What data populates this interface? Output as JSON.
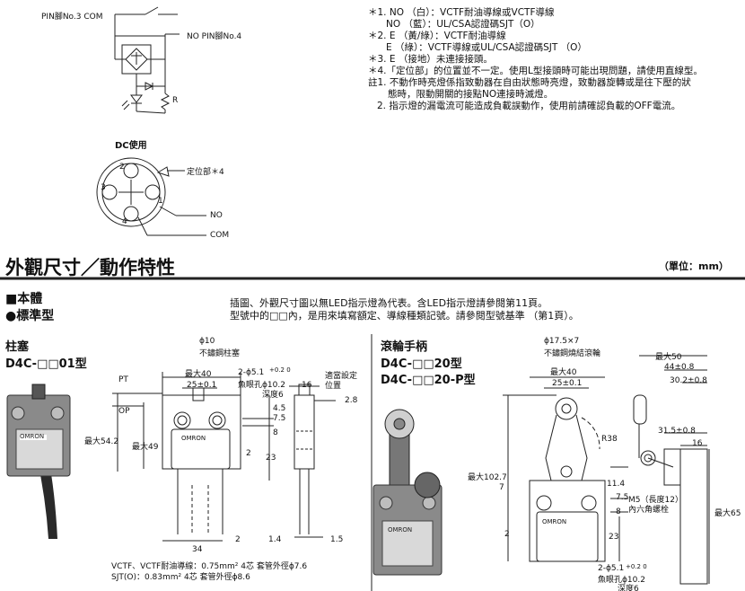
{
  "circuit": {
    "pin3_label": "PIN腳No.3 COM",
    "pin4_label": "NO PIN腳No.4",
    "resistor_label": "R"
  },
  "notes": [
    "＊1. NO （白）：VCTF耐油導線或VCTF導線",
    "NO （藍）：UL/CSA認證碼SJT（O）",
    "＊2. E （黃/綠）：VCTF耐油導線",
    "E （綠）：VCTF導線或UL/CSA認證碼SJT （O）",
    "＊3. E （接地）未連接接頭。",
    "＊4.「定位部」的位置並不一定。使用L型接頭時可能出現問題，請使用直線型。",
    "註1. 不動作時亮燈係指致動器在自由狀態時亮燈，致動器旋轉或是往下壓的狀",
    "態時，限動開關的接點NO連接時滅燈。",
    "2. 指示燈的漏電流可能造成負載誤動作，使用前請確認負載的OFF電流。"
  ],
  "dc_diagram": {
    "title": "DC使用",
    "pins": [
      "1",
      "2",
      "3",
      "4"
    ],
    "key_label": "定位部＊4",
    "no_label": "NO",
    "com_label": "COM"
  },
  "section": {
    "title": "外觀尺寸／動作特性",
    "unit": "（單位：mm）"
  },
  "body": {
    "heading": "■本體",
    "subheading": "●標準型",
    "desc1": "插圖、外觀尺寸圖以無LED指示燈為代表。含LED指示燈請參閱第11頁。",
    "desc2": "型號中的□□內，是用來填寫額定、導線種類記號。請參閱型號基準 （第1頁）。"
  },
  "plunger": {
    "name": "柱塞",
    "model": "D4C-□□01型",
    "dims": {
      "phi10": "ϕ10",
      "stainless_plunger": "不鏽鋼柱塞",
      "max40": "最大40",
      "d25": "25±0.1",
      "holes": "2-ϕ5.1",
      "holes_tol": "+0.2 0",
      "counterbore": "魚眼孔ϕ10.2",
      "depth": "深度6",
      "d16": "16",
      "setting_pos": "適當設定",
      "setting_pos2": "位置",
      "d2_8": "2.8",
      "pt": "PT",
      "op": "OP",
      "max54_2": "最大54.2",
      "max49": "最大49",
      "d4_5": "4.5",
      "d7_5": "7.5",
      "d8": "8",
      "d2": "2",
      "d23": "23",
      "d34": "34",
      "d2b": "2",
      "d1_4": "1.4",
      "d1_5": "1.5"
    },
    "cable1": "VCTF、VCTF耐油導線：0.75mm² 4芯 套管外徑ϕ7.6",
    "cable2": "SJT(O)：0.83mm² 4芯 套管外徑ϕ8.6"
  },
  "roller": {
    "name": "滾輪手柄",
    "model1": "D4C-□□20型",
    "model2": "D4C-□□20-P型",
    "dims": {
      "phi17": "ϕ17.5×7",
      "roller_desc": "不鏽鋼燒結滾輪",
      "max40": "最大40",
      "d25": "25±0.1",
      "max50": "最大50",
      "d44": "44±0.8",
      "d30_2": "30.2±0.8",
      "r38": "R38",
      "d31_5": "31.5±0.8",
      "d16": "16",
      "max102_7": "最大102.7",
      "d7": "7",
      "d11_4": "11.4",
      "d7_5": "7.5",
      "m5": "M5（長度12）",
      "hex": "內六角螺栓",
      "d8": "8",
      "d2": "2",
      "d23": "23",
      "max65": "最大65",
      "holes": "2-ϕ5.1",
      "holes_tol": "+0.2 0",
      "counterbore": "魚眼孔ϕ10.2",
      "depth": "深度6"
    }
  },
  "brand": "OMRON"
}
